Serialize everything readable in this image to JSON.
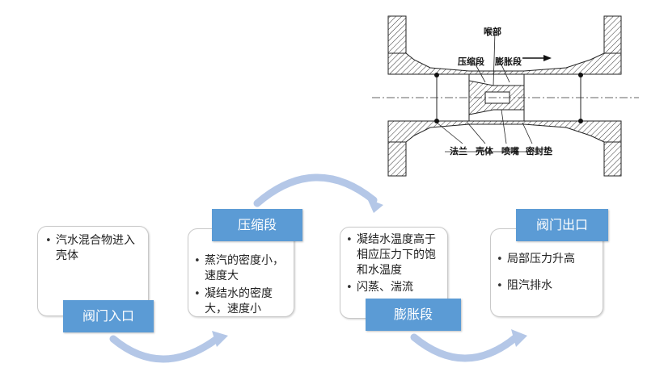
{
  "drawing": {
    "labels": {
      "throat": "喉部",
      "compression": "压缩段",
      "expansion": "膨胀段",
      "flange": "法兰",
      "shell": "壳体",
      "nozzle": "喷嘴",
      "gasket": "密封垫"
    }
  },
  "stages": [
    {
      "tag": "阀门入口",
      "items": [
        "汽水混合物进入壳体"
      ]
    },
    {
      "tag": "压缩段",
      "items": [
        "蒸汽的密度小，速度大",
        "凝结水的密度大，速度小"
      ]
    },
    {
      "tag": "膨胀段",
      "items": [
        "凝结水温度高于相应压力下的饱和水温度",
        "闪蒸、湍流"
      ]
    },
    {
      "tag": "阀门出口",
      "items": [
        "局部压力升高",
        "阻汽排水"
      ]
    }
  ],
  "colors": {
    "accent": "#5b9bd5",
    "arrow": "#b4c7e7"
  }
}
